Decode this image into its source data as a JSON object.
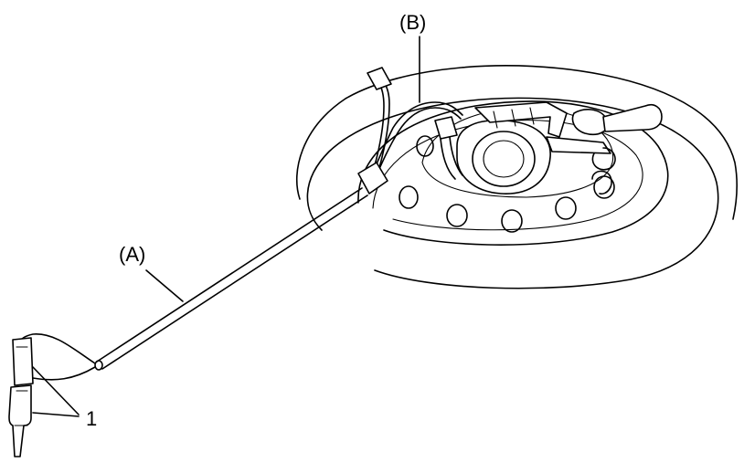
{
  "labels": {
    "cable": "(A)",
    "connector_end": "(B)",
    "probes": "1"
  }
}
